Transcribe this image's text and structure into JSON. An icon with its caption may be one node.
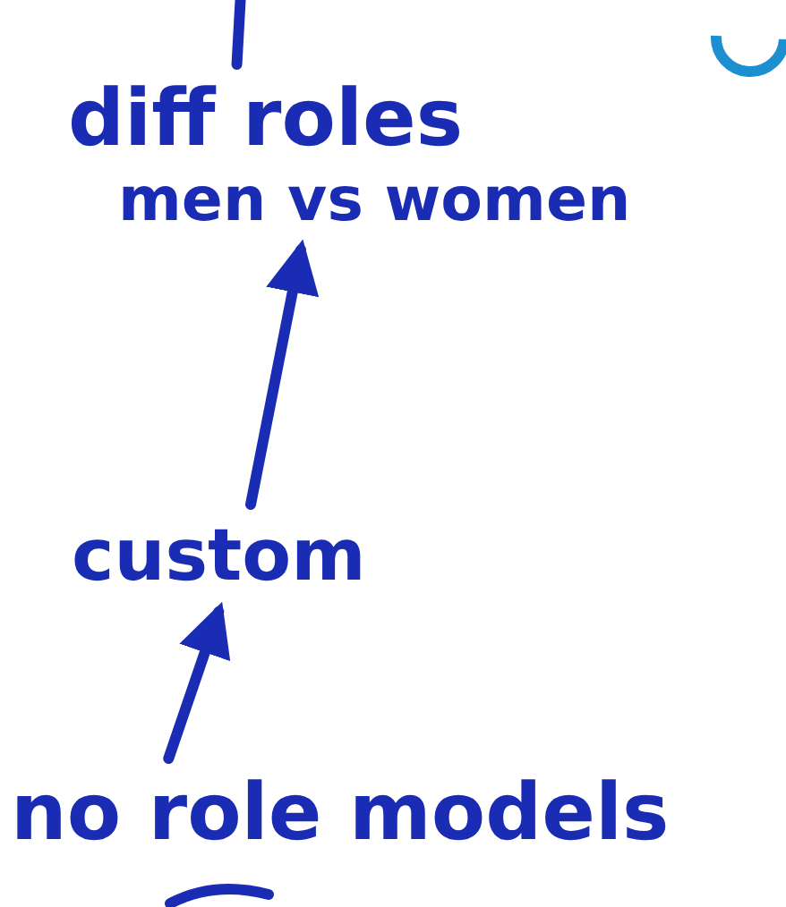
{
  "diagram": {
    "nodes": [
      {
        "text": [
          "diff roles",
          "men vs women"
        ]
      },
      {
        "text": [
          "custom"
        ]
      },
      {
        "text": [
          "no role models"
        ]
      }
    ],
    "edges": [
      {
        "from": 2,
        "to": 1,
        "arrow": "to"
      },
      {
        "from": 1,
        "to": 0,
        "arrow": "to"
      },
      {
        "from": 0,
        "to": null,
        "arrow": "none"
      }
    ]
  }
}
